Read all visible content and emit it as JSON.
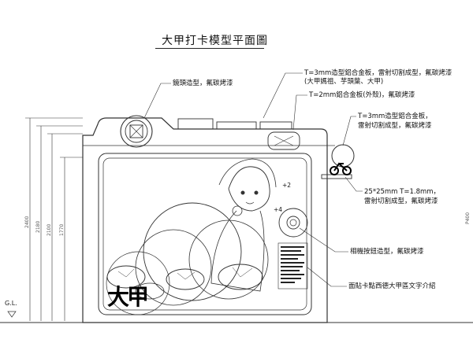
{
  "title": "大甲打卡模型平面圖",
  "annotations": {
    "t3_plate": [
      "T=3mm造型鋁合金板，雷射切割成型，氟碳烤漆",
      "(大甲媽祖、芋頭葉、大甲)"
    ],
    "lens": "鏡頭造型，氟碳烤漆",
    "t2_plate": "T=2mm鋁合金板(外殼)，氟碳烤漆",
    "t3_bike": [
      "T=3mm造型鋁合金板，",
      "雷射切割成型，氟碳烤漆"
    ],
    "tube": [
      "25*25mm  T=1.8mm，",
      "雷射切割成型，氟碳烤漆"
    ],
    "camera_button": "相機按鈕造型，氟碳烤漆",
    "panel_text": "面貼卡點西德大甲區文字介紹"
  },
  "dimensions": [
    "2400",
    "2180",
    "2100",
    "1770"
  ],
  "right_dim": "P400",
  "ground_label": "G.L.",
  "marks": [
    "+2",
    "+4"
  ],
  "logo_text": "大甲"
}
